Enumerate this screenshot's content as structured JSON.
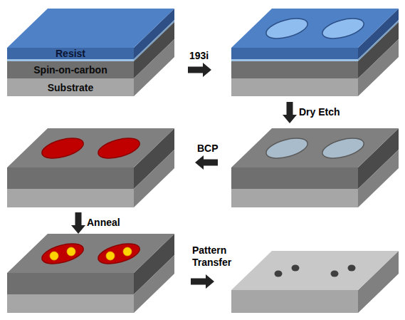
{
  "diagram": {
    "nodes": [
      {
        "text": [
          "Resist"
        ]
      },
      {
        "text": [
          "Spin-on-carbon"
        ]
      },
      {
        "text": [
          "Substrate"
        ]
      }
    ],
    "labels": [
      "193i",
      "Dry Etch",
      "BCP",
      "Anneal",
      "Pattern Transfer"
    ]
  }
}
